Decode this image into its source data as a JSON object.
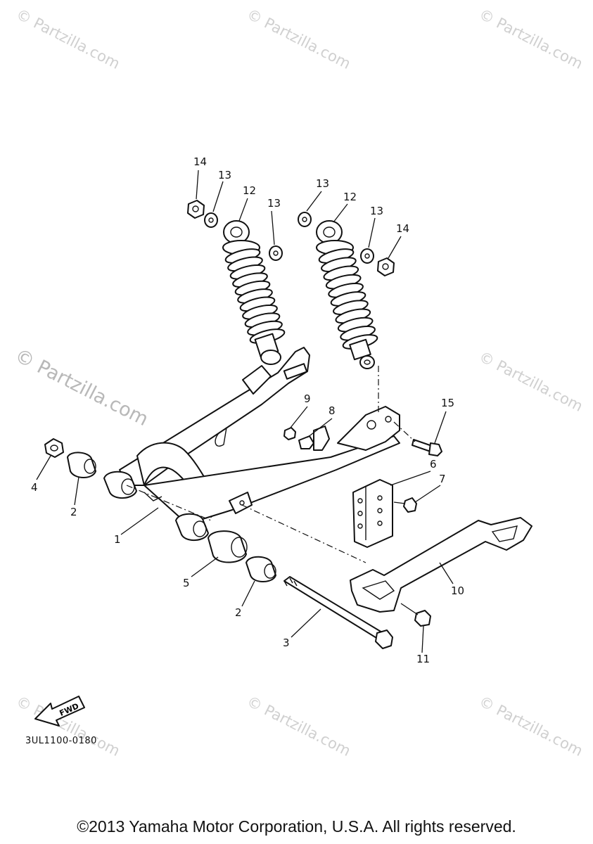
{
  "watermark": {
    "text": "© Partzilla.com"
  },
  "callouts": {
    "c1": "1",
    "c2a": "2",
    "c2b": "2",
    "c3": "3",
    "c4": "4",
    "c5": "5",
    "c6": "6",
    "c7": "7",
    "c8": "8",
    "c9": "9",
    "c10": "10",
    "c11": "11",
    "c12a": "12",
    "c12b": "12",
    "c13a": "13",
    "c13b": "13",
    "c13c": "13",
    "c13d": "13",
    "c14a": "14",
    "c14b": "14",
    "c15": "15"
  },
  "fwd_label": "FWD",
  "reference_code": "3UL1100-0180",
  "copyright": "©2013 Yamaha Motor Corporation, U.S.A. All rights reserved."
}
